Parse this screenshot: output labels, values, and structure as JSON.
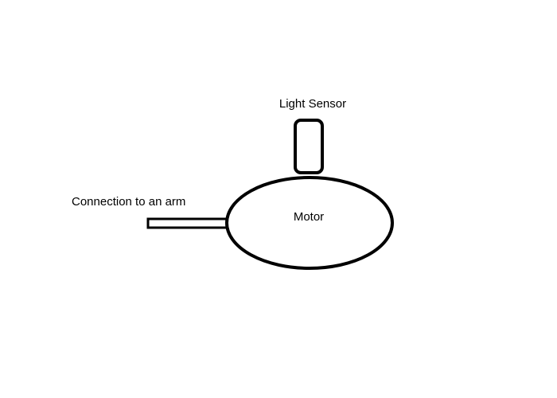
{
  "diagram": {
    "labels": {
      "light_sensor": "Light Sensor",
      "motor": "Motor",
      "arm_connection": "Connection to an arm"
    },
    "colors": {
      "stroke": "#000000",
      "background": "#ffffff"
    }
  }
}
